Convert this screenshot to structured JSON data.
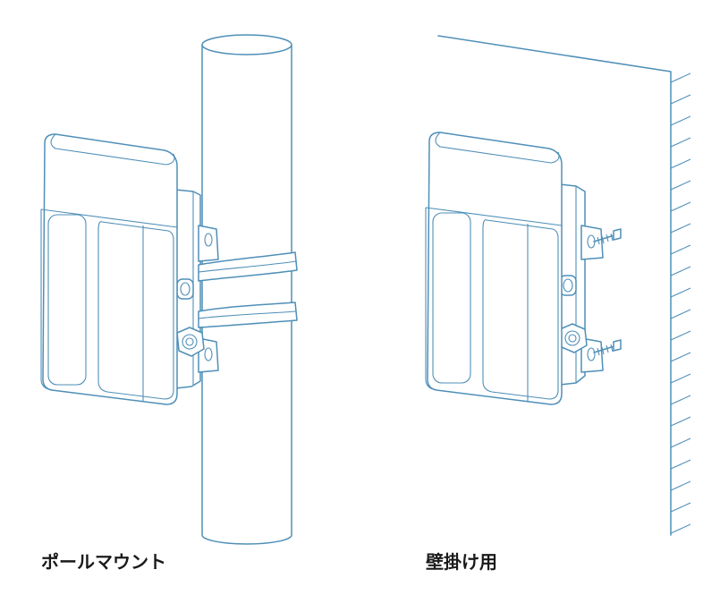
{
  "captions": {
    "pole_mount": "ポールマウント",
    "wall_mount": "壁掛け用"
  },
  "colors": {
    "line": "#4f8fb8",
    "caption_text": "#1a1a1a",
    "background": "#ffffff"
  },
  "illustrations": [
    {
      "name": "pole-mount-illustration",
      "device": "outdoor-enclosure",
      "mount": "pole-clamp-bands"
    },
    {
      "name": "wall-mount-illustration",
      "device": "outdoor-enclosure",
      "mount": "wall-screws"
    }
  ]
}
